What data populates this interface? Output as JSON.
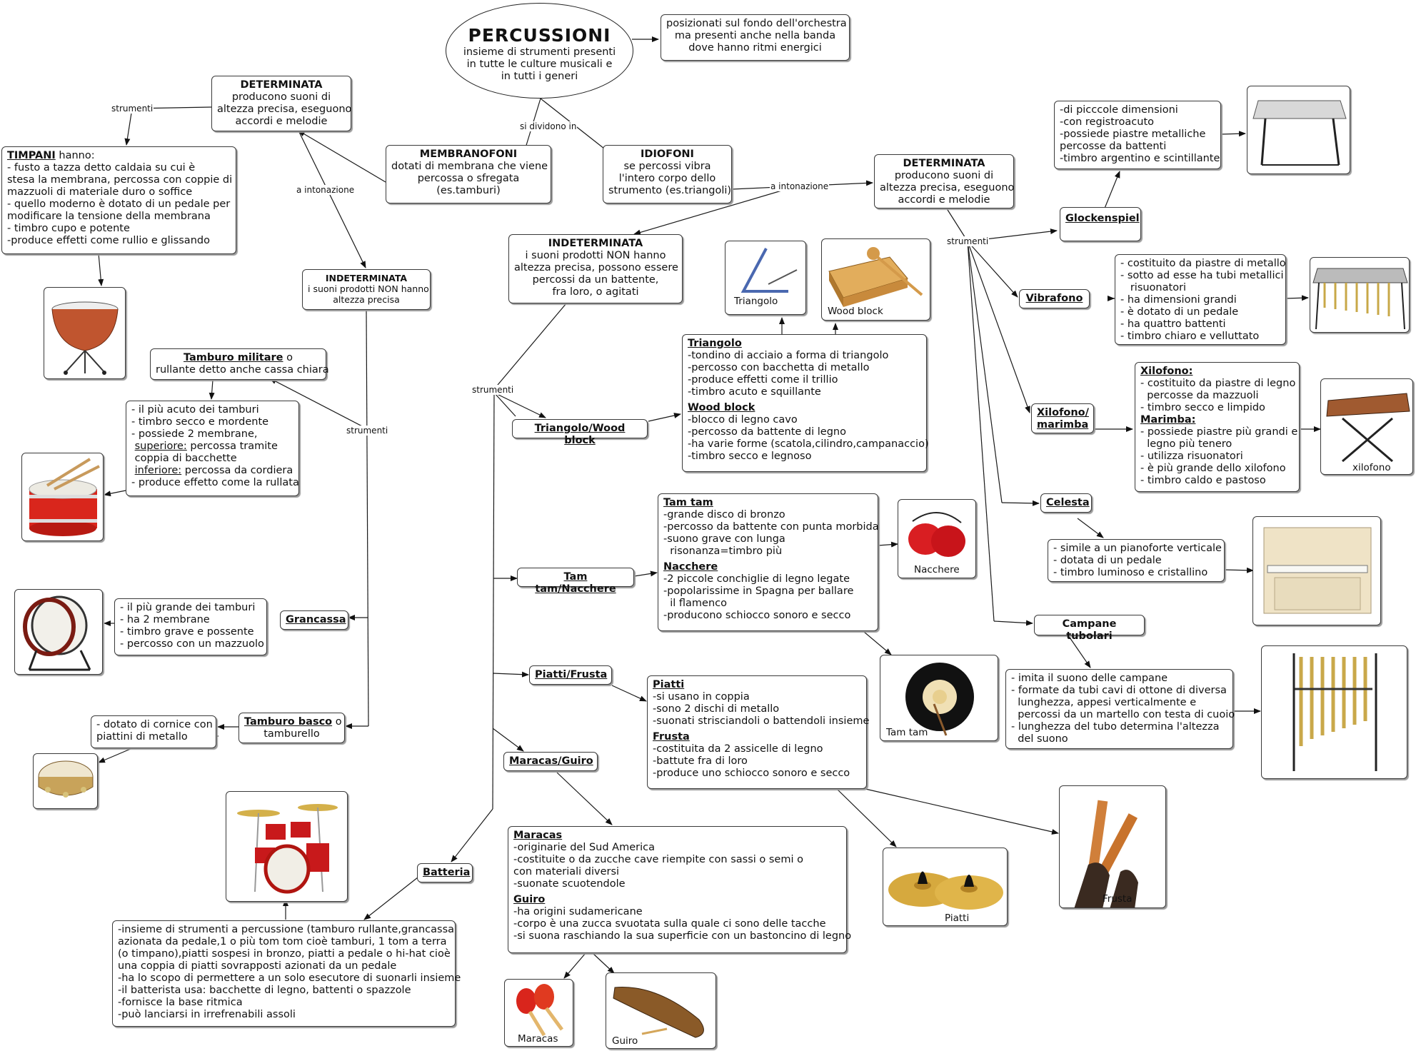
{
  "root": {
    "title": "PERCUSSIONI",
    "lines": [
      "insieme di strumenti presenti",
      "in tutte le culture musicali e",
      "in tutti i generi"
    ]
  },
  "note_orchestra": [
    "posizionati sul fondo dell'orchestra",
    "ma presenti anche nella banda",
    "dove hanno ritmi energici"
  ],
  "link_labels": {
    "si_dividono": "si dividono in",
    "intonazione_left": "a intonazione",
    "intonazione_right": "a intonazione",
    "strumenti_timpani": "strumenti",
    "strumenti_left": "strumenti",
    "strumenti_center": "strumenti",
    "strumenti_right": "strumenti"
  },
  "membranofoni": {
    "title": "MEMBRANOFONI",
    "lines": [
      "dotati di membrana che viene",
      "percossa o sfregata",
      "(es.tamburi)"
    ]
  },
  "idiofoni": {
    "title": "IDIOFONI",
    "lines": [
      "se percossi vibra",
      "l'intero corpo dello",
      "strumento (es.triangoli)"
    ]
  },
  "det_left": {
    "title": "DETERMINATA",
    "lines": [
      "producono suoni di",
      "altezza precisa, eseguono",
      "accordi e melodie"
    ]
  },
  "indet_left": {
    "title": "INDETERMINATA",
    "lines": [
      "i suoni prodotti NON hanno",
      "altezza precisa"
    ]
  },
  "det_right": {
    "title": "DETERMINATA",
    "lines": [
      "producono suoni di",
      "altezza precisa, eseguono",
      "accordi e melodie"
    ]
  },
  "indet_center": {
    "title": "INDETERMINATA",
    "lines": [
      "i suoni prodotti NON hanno",
      "altezza precisa, possono essere",
      "percossi da un battente,",
      "fra loro, o agitati"
    ]
  },
  "timpani": {
    "name": "TIMPANI",
    "suffix": " hanno:",
    "lines": [
      "- fusto a tazza detto caldaia su cui è",
      " stesa la membrana, percossa con coppie di",
      "mazzuoli di materiale duro o soffice",
      "- quello moderno è dotato di un pedale per",
      "modificare la tensione della membrana",
      "- timbro cupo e potente",
      "-produce effetti come rullio e glissando"
    ]
  },
  "tamburo_militare": {
    "name": "Tamburo militare",
    "suffix": " o",
    "line2": "rullante detto anche cassa chiara"
  },
  "tamburo_militare_desc": {
    "l1": "- il più acuto dei tamburi",
    "l2": "- timbro secco e mordente",
    "l3": "- possiede 2 membrane,",
    "sup_label": "superiore:",
    "sup_text": " percossa tramite",
    "l5": "coppia di bacchette",
    "inf_label": "inferiore:",
    "inf_text": " percossa da cordiera",
    "l7": "- produce effetto come la rullata"
  },
  "grancassa": {
    "name": "Grancassa",
    "lines": [
      "- il più grande dei tamburi",
      "- ha 2 membrane",
      "- timbro grave e possente",
      "- percosso con un mazzuolo"
    ]
  },
  "tamburo_basco": {
    "name": "Tamburo basco",
    "suffix": " o",
    "line2": "tamburello",
    "lines": [
      "- dotato di cornice con",
      "piattini di metallo"
    ]
  },
  "batteria": {
    "name": "Batteria",
    "lines": [
      "-insieme di strumenti a percussione (tamburo rullante,grancassa",
      " azionata da pedale,1 o più tom tom cioè tamburi, 1 tom a terra",
      " (o timpano),piatti sospesi in bronzo, piatti a pedale o hi-hat cioè",
      " una coppia di piatti sovrapposti azionati da un pedale",
      "-ha lo scopo di permettere a un solo esecutore di suonarli insieme",
      "-il batterista usa: bacchette di legno, battenti o spazzole",
      "-fornisce la base ritmica",
      "-può lanciarsi in irrefrenabili assoli"
    ]
  },
  "triangolo_wb": {
    "name": "Triangolo/Wood block",
    "h1": "Triangolo",
    "l1": [
      "-tondino di acciaio a forma di triangolo",
      "-percosso con bacchetta di metallo",
      "-produce effetti come il trillio",
      "-timbro acuto e squillante"
    ],
    "h2": "Wood block",
    "l2": [
      "-blocco di legno cavo",
      "-percosso da battente di legno",
      "-ha varie forme (scatola,cilindro,campanaccio)",
      "-timbro secco e legnoso"
    ]
  },
  "tamtam_nacchere": {
    "name": "Tam tam/Nacchere",
    "h1": "Tam tam",
    "l1": [
      "-grande disco di bronzo",
      "-percosso da battente con punta morbida",
      "-suono grave con lunga",
      "  risonanza=timbro più"
    ],
    "h2": "Nacchere",
    "l2": [
      "-2 piccole conchiglie di legno legate",
      "-popolarissime in Spagna per ballare",
      "  il flamenco",
      "-producono schiocco sonoro e secco"
    ]
  },
  "piatti_frusta": {
    "name": "Piatti/Frusta",
    "h1": "Piatti",
    "l1": [
      "-si usano in coppia",
      "-sono 2 dischi di metallo",
      "-suonati strisciandoli o battendoli insieme"
    ],
    "h2": "Frusta",
    "l2": [
      "-costituita da 2 assicelle di legno",
      "-battute fra di loro",
      "-produce uno schiocco sonoro e secco"
    ]
  },
  "maracas_guiro": {
    "name": "Maracas/Guiro",
    "h1": "Maracas",
    "l1": [
      "-originarie del Sud America",
      "-costituite o da zucche cave riempite con sassi o semi o",
      "con materiali diversi",
      "-suonate scuotendole"
    ],
    "h2": "Guiro",
    "l2": [
      "-ha origini sudamericane",
      "-corpo è una zucca svuotata sulla quale ci sono delle tacche",
      "-si suona raschiando la sua superficie con un bastoncino di legno"
    ]
  },
  "glockenspiel": {
    "name": "Glockenspiel",
    "lines": [
      "-di picccole dimensioni",
      "-con registroacuto",
      "-possiede piastre metalliche",
      "percosse da battenti",
      "-timbro argentino e scintillante"
    ]
  },
  "vibrafono": {
    "name": "Vibrafono",
    "lines": [
      "- costituito da piastre di metallo",
      "- sotto ad esse ha tubi metallici",
      "   risuonatori",
      "- ha dimensioni grandi",
      "- è dotato di un pedale",
      "- ha quattro battenti",
      "- timbro chiaro e velluttato"
    ]
  },
  "xilofono": {
    "name1": "Xilofono/",
    "name2": "marimba",
    "h1": "Xilofono:",
    "l1": [
      "- costituito da piastre di legno",
      "  percosse da mazzuoli",
      "- timbro secco e limpido"
    ],
    "h2": "Marimba:",
    "l2": [
      "- possiede piastre più grandi e",
      "  legno più tenero",
      "- utilizza risuonatori",
      "- è più grande dello xilofono",
      "- timbro caldo e pastoso"
    ]
  },
  "celesta": {
    "name": "Celesta",
    "lines": [
      "- simile a un pianoforte verticale",
      "- dotata di un pedale",
      "- timbro luminoso e cristallino"
    ]
  },
  "campane": {
    "name": "Campane tubolari",
    "lines": [
      "- imita il suono delle campane",
      "- formate da tubi cavi di ottone di diversa",
      "  lunghezza, appesi verticalmente e",
      "  percossi da un martello con testa di cuoio",
      "- lunghezza del tubo determina l'altezza",
      "  del suono"
    ]
  },
  "captions": {
    "triangolo": "Triangolo",
    "wood_block": "Wood block",
    "nacchere": "Nacchere",
    "tam_tam": "Tam tam",
    "piatti": "Piatti",
    "frusta": "Frusta",
    "maracas": "Maracas",
    "guiro": "Guiro",
    "xilofono": "xilofono"
  }
}
